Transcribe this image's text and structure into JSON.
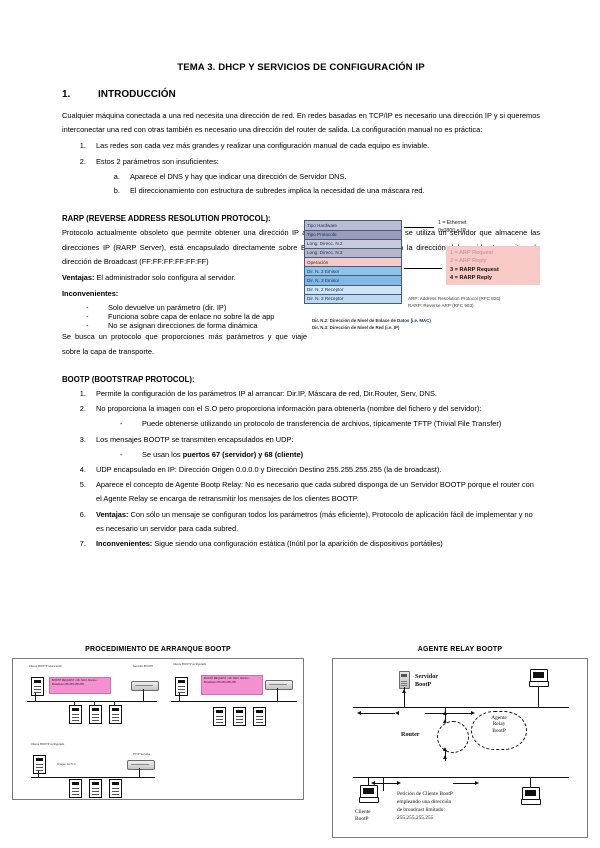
{
  "document": {
    "title": "TEMA 3. DHCP Y SERVICIOS DE CONFIGURACIÓN IP"
  },
  "section1": {
    "number": "1.",
    "heading": "INTRODUCCIÓN",
    "paragraph": "Cualquier máquina conectada a una red necesita una dirección de red. En redes basadas en TCP/IP es necesario una dirección IP y si queremos interconectar una red con otras también es necesario una dirección del router de salida. La configuración manual no es práctica:",
    "items": [
      "Las redes son cada vez más grandes y realizar una configuración manual de cada equipo es inviable.",
      "Estos 2 parámetros son insuficientes:"
    ],
    "subitems": [
      "Aparece el DNS y hay que indicar una dirección de Servidor DNS.",
      "El direccionamiento con estructura de subredes implica la necesidad de una máscara red."
    ]
  },
  "rarp": {
    "heading": "RARP (REVERSE ADDRESS RESOLUTION PROTOCOL):",
    "paragraph": "Protocolo actualmente obsoleto que permite obtener una dirección IP a partir de la dirección MAC, se utiliza un servidor que almacene las direcciones IP (RARP Server), está encapsulado directamente sobre Ethernet. Cuando no conozco la dirección del servidor transmite a la dirección de Broadcast (FF:FF:FF:FF:FF:FF)",
    "advantages_label": "Ventajas:",
    "advantages_text": " El administrador solo configura al servidor.",
    "drawbacks_label": "Inconvenientes:",
    "drawbacks": [
      "Solo devuelve un parámetro (dir. IP)",
      "Funciona sobre capa de enlace no sobre la de app",
      "No se asignan direcciones de forma dinámica"
    ],
    "closing": "Se busca un protocolo que proporciones más parámetros y que viaje sobre la capa de transporte.",
    "figure": {
      "rows": [
        "Tipo Hardware",
        "Tipo Protocolo",
        "Long. Direcc. N.2",
        "Long. Direcc. N.3",
        "Operación",
        "Dir. N. 2 Emisor",
        "Dir. N. 3 Emisor",
        "Dir. N. 2 Receptor",
        "Dir. N. 3 Receptor"
      ],
      "hw_note": "1 = Ethernet",
      "proto_note": "0x0800 = IP",
      "op_faint": [
        "1 = ARP Request",
        "2 = ARP Reply"
      ],
      "op_strong": [
        "3 = RARP Request",
        "4 = RARP Reply"
      ],
      "acronyms": [
        "ARP: Address Resolution Protocol (RFC 826)",
        "RARP: Reverse ARP (RFC 903)"
      ],
      "footnotes": [
        "Dir. N.2: Dirección de Nivel de Enlace de Datos (i.e. MAC)",
        "Dir. N.3: Dirección de Nivel de Red (i.e. IP)"
      ]
    }
  },
  "bootp": {
    "heading": "BOOTP (BOOTSTRAP PROTOCOL):",
    "items": [
      {
        "text": "Permite la configuración de los parámetros IP al arrancar: Dir.IP, Máscara de red, Dir.Router, Serv, DNS.",
        "sub": []
      },
      {
        "text": "No proporciona la imagen con el S.O pero proporciona información para obtenerla (nombre del fichero y del servidor):",
        "sub": [
          "Puede obtenerse utilizando un protocolo de transferencia de archivos, típicamente TFTP (Trivial File Transfer)"
        ]
      },
      {
        "text": "Los mensajes BOOTP se transmiten encapsulados en UDP:",
        "sub": [
          "Se usan los puertos 67 (servidor) y 68 (cliente)"
        ],
        "sub_bold_part": "puertos 67 (servidor) y 68 (cliente)"
      },
      {
        "text": "UDP encapsulado en IP: Dirección Origen 0.0.0.0 y Dirección Destino 255.255.255.255 (la de broadcast).",
        "sub": []
      },
      {
        "text": "Aparece el concepto de Agente Bootp Relay: No es necesario que cada subred disponga de un Servidor BOOTP porque el router con el Agente Relay se encarga de retransmitir los mensajes de los clientes BOOTP.",
        "sub": []
      },
      {
        "text": "Ventajas: Con sólo un mensaje se configuran todos los parámetros (más eficiente), Protocolo de aplicación fácil de implementar y no es necesario un servidor para cada subred.",
        "bold_lead": "Ventajas:",
        "rest": " Con sólo un mensaje se configuran todos los parámetros (más eficiente), Protocolo de aplicación fácil de implementar y no es necesario un servidor para cada subred.",
        "sub": []
      },
      {
        "text": "Inconvenientes: Sigue siendo una configuración estática (Inútil por la aparición de dispositivos portátiles)",
        "bold_lead": "Inconvenientes:",
        "rest": " Sigue siendo una configuración estática (Inútil por la aparición de dispositivos portátiles)",
        "sub": []
      }
    ]
  },
  "figures": {
    "left": {
      "caption": "PROCEDIMIENTO DE ARRANQUE BOOTP",
      "labels": {
        "client_top": "Cliente BOOTP arrancando",
        "server_top": "Servidor BOOTP",
        "pink_request": "BOOTP REQUEST\n• Dir. MAC Cliente\n• Broadcast 255.255.255.255",
        "client_bottom": "Cliente BOOTP configurado",
        "tftp_label": "TFTP Servidor",
        "bottom_note": "Imagen del S.O"
      }
    },
    "right": {
      "caption": "AGENTE RELAY BOOTP",
      "labels": {
        "server": "Servidor\nBootP",
        "server_line1": "Servidor",
        "server_line2": "BootP",
        "router": "Router",
        "relay_line1": "Agente",
        "relay_line2": "Relay",
        "relay_line3": "BootP",
        "client_line1": "Cliente",
        "client_line2": "BootP",
        "request_note_1": "Petición de Cliente BootP",
        "request_note_2": "empleando una dirección",
        "request_note_3": "de broadcast limitado:",
        "request_note_4": "255.255.255.255"
      }
    }
  },
  "colors": {
    "pink_highlight": "#f48fd0",
    "op_box": "#f7cac7",
    "table_blue": "#8ec4ea",
    "table_lavender": "#b9bcd4"
  }
}
